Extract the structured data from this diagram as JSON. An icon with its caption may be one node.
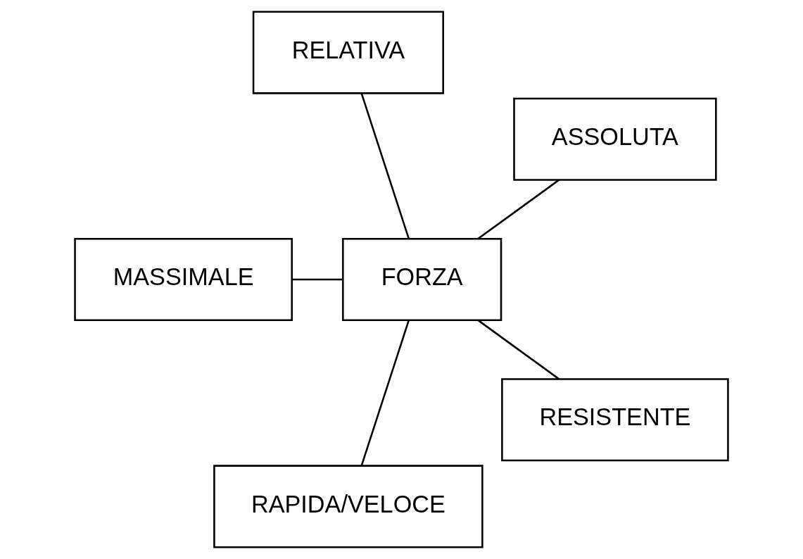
{
  "diagram": {
    "nodes": [
      {
        "text": [
          "ASSOLUTA"
        ]
      },
      {
        "text": [
          "RELATIVA"
        ]
      },
      {
        "text": [
          "MASSIMALE"
        ]
      },
      {
        "text": [
          "FORZA"
        ]
      },
      {
        "text": [
          "RAPIDA/VELOCE"
        ]
      },
      {
        "text": [
          "RESISTENTE"
        ]
      }
    ],
    "edges": [
      {
        "from": 3,
        "to": 0,
        "arrow": "none"
      },
      {
        "from": 3,
        "to": 1,
        "arrow": "none"
      },
      {
        "from": 3,
        "to": 2,
        "arrow": "none"
      },
      {
        "from": 3,
        "to": 4,
        "arrow": "none"
      },
      {
        "from": 3,
        "to": 5,
        "arrow": "none"
      }
    ]
  }
}
